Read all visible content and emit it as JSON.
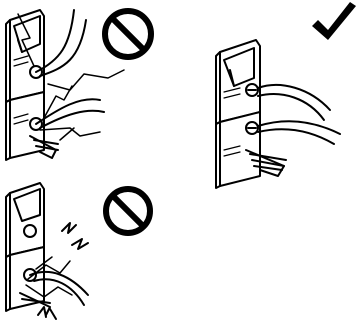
{
  "panels": [
    {
      "id": "wrong-stray-strands",
      "verdict": "incorrect",
      "verdict_icon": "prohibition-icon"
    },
    {
      "id": "correct-connection",
      "verdict": "correct",
      "verdict_icon": "checkmark-icon"
    },
    {
      "id": "wrong-short-circuit",
      "verdict": "incorrect",
      "verdict_icon": "prohibition-icon"
    }
  ],
  "colors": {
    "ink": "#000000",
    "paper": "#ffffff"
  }
}
